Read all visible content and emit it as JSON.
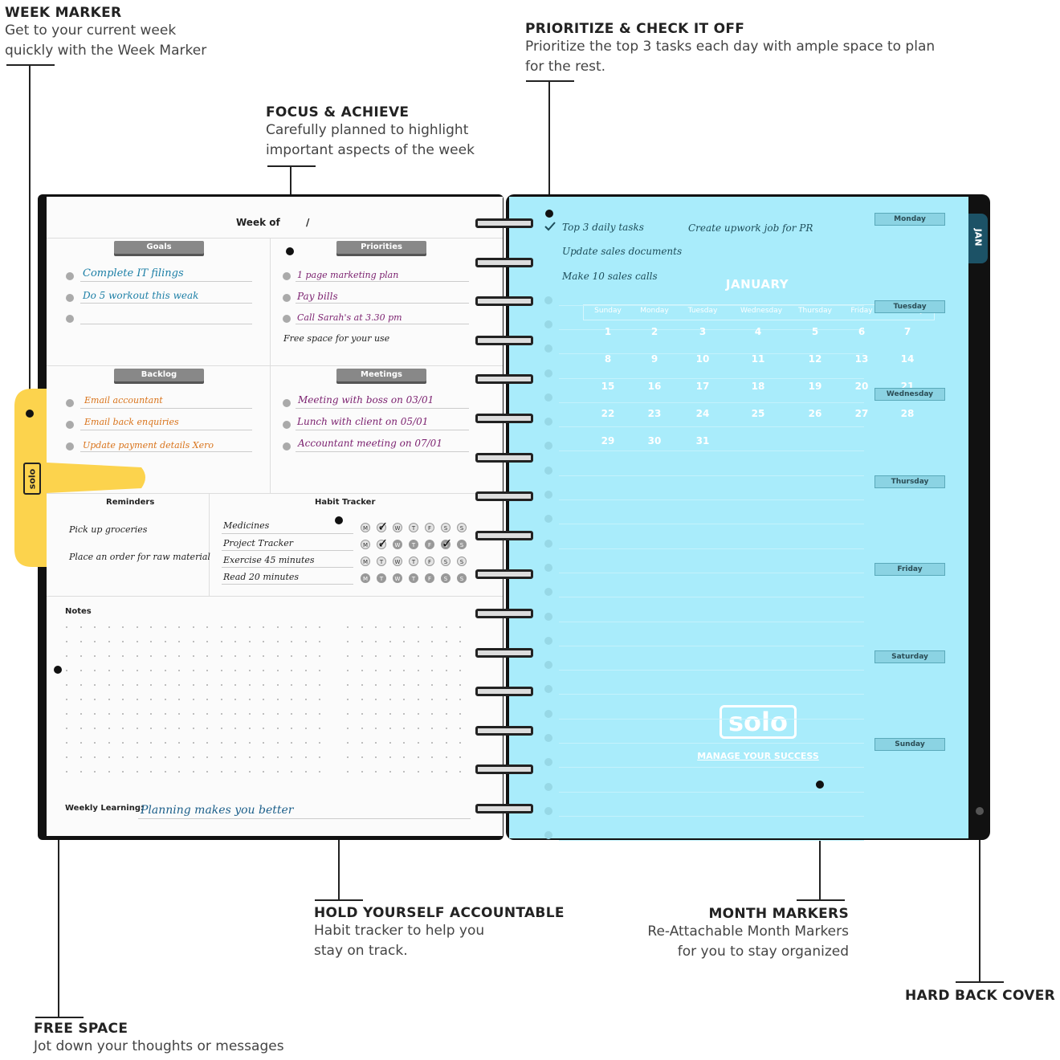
{
  "callouts": {
    "week_marker": {
      "title": "WEEK MARKER",
      "desc1": "Get to your current week",
      "desc2": "quickly with the Week Marker"
    },
    "prioritize": {
      "title": "PRIORITIZE & CHECK IT OFF",
      "desc1": "Prioritize the top 3 tasks each day with ample space to plan",
      "desc2": "for the rest."
    },
    "focus": {
      "title": "FOCUS & ACHIEVE",
      "desc1": "Carefully planned to highlight",
      "desc2": "important aspects of the week"
    },
    "accountable": {
      "title": "HOLD YOURSELF ACCOUNTABLE",
      "desc1": "Habit tracker to help you",
      "desc2": "stay on track."
    },
    "month_markers": {
      "title": "MONTH MARKERS",
      "desc1": "Re-Attachable Month Markers",
      "desc2": "for you to stay organized"
    },
    "hard_back": {
      "title": "HARD BACK COVER"
    },
    "free_space": {
      "title": "FREE SPACE",
      "desc1": "Jot down your thoughts or messages"
    }
  },
  "left_page": {
    "week_of": "Week of",
    "slash": "/",
    "goals": {
      "label": "Goals",
      "items": [
        "Complete IT filings",
        "Do 5 workout this weak",
        ""
      ]
    },
    "priorities": {
      "label": "Priorities",
      "items": [
        "1 page marketing plan",
        "Pay bills",
        "Call Sarah's at 3.30 pm"
      ],
      "free": "Free space for your use"
    },
    "backlog": {
      "label": "Backlog",
      "items": [
        "Email accountant",
        "Email back enquiries",
        "Update payment details Xero"
      ]
    },
    "meetings": {
      "label": "Meetings",
      "items": [
        "Meeting with boss on 03/01",
        "Lunch with client on 05/01",
        "Accountant meeting on 07/01"
      ]
    },
    "reminders": {
      "label": "Reminders",
      "items": [
        "Pick up groceries",
        "Place an order for raw material"
      ]
    },
    "habit_tracker": {
      "label": "Habit Tracker",
      "habits": [
        "Medicines",
        "Project Tracker",
        "Exercise 45 minutes",
        "Read 20 minutes"
      ],
      "days": [
        "M",
        "T",
        "W",
        "T",
        "F",
        "S",
        "S"
      ]
    },
    "notes": {
      "label": "Notes"
    },
    "weekly_learning": {
      "label": "Weekly Learning:",
      "value": "Planning makes you better"
    },
    "tab_brand": "solo"
  },
  "right_page": {
    "tasks": [
      "Top 3 daily tasks",
      "Update sales documents",
      "Make 10 sales calls"
    ],
    "note": "Create upwork job for PR",
    "month": "JANUARY",
    "weekdays": [
      "Sunday",
      "Monday",
      "Tuesday",
      "Wednesday",
      "Thursday",
      "Friday",
      "Saturday"
    ],
    "dates": [
      [
        "1",
        "2",
        "3",
        "4",
        "5",
        "6",
        "7"
      ],
      [
        "8",
        "9",
        "10",
        "11",
        "12",
        "13",
        "14"
      ],
      [
        "15",
        "16",
        "17",
        "18",
        "19",
        "20",
        "21"
      ],
      [
        "22",
        "23",
        "24",
        "25",
        "26",
        "27",
        "28"
      ],
      [
        "29",
        "30",
        "31",
        "",
        "",
        "",
        ""
      ]
    ],
    "day_tabs": [
      "Monday",
      "Tuesday",
      "Wednesday",
      "Thursday",
      "Friday",
      "Saturday",
      "Sunday"
    ],
    "month_tab": "JAN",
    "logo": "solo",
    "tagline": "MANAGE YOUR SUCCESS"
  },
  "colors": {
    "page_blue": "#a9ecfb",
    "tab_yellow": "#fcd34d",
    "goals_ink": "#1c7fa6",
    "priorities_ink": "#7a1f6e",
    "backlog_ink": "#d9731a",
    "meetings_ink": "#7a1f6e",
    "dark_ink": "#222222"
  }
}
